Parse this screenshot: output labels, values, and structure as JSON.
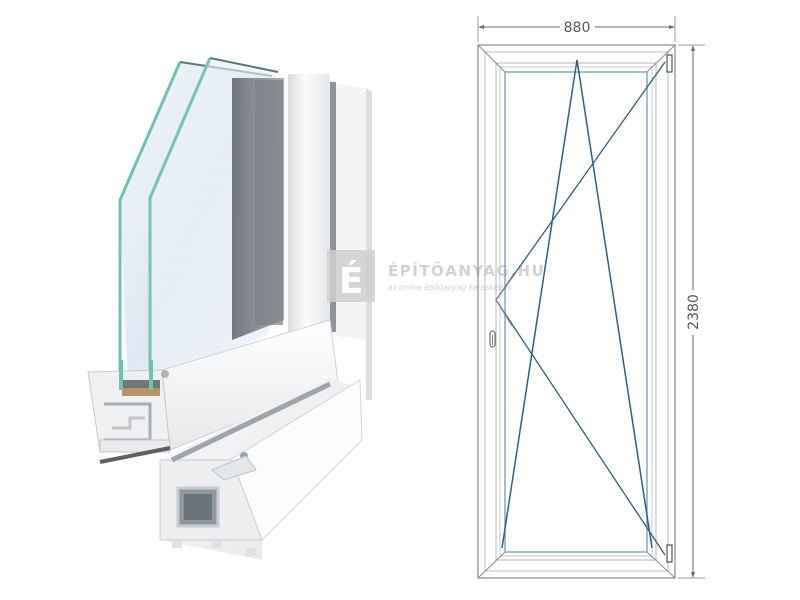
{
  "product_image": {
    "description": "PVC window profile cross-section with double glazing",
    "colors": {
      "profile_white": "#f4f5f6",
      "profile_shadow": "#c9ccd0",
      "glass_edge": "#6fc2b0",
      "glass_tint": "#e6eef5",
      "spacer_brown": "#b89466",
      "steel_reinforcement": "#9aa3ab"
    }
  },
  "drawing": {
    "width_label": "880",
    "height_label": "2380",
    "opening_type": "tilt-and-turn, handle left, hinges right",
    "colors": {
      "frame_line": "#8a8a8a",
      "glass_line": "#6e9cbc",
      "opening_line": "#2f5f86",
      "dimension_line": "#6a6a6a"
    }
  },
  "watermark": {
    "logo_letter": "É",
    "title": "ÉPÍTŐANYAG.HU",
    "subtitle": "az online építőanyag kereskedés"
  }
}
